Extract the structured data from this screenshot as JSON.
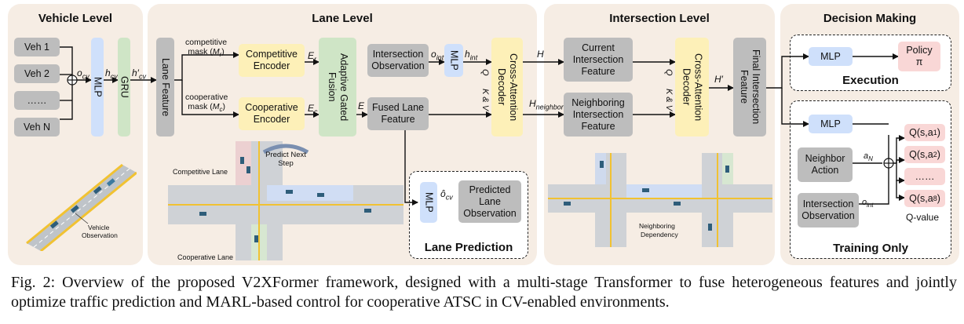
{
  "panels": {
    "vehicle": "Vehicle Level",
    "lane": "Lane Level",
    "intersection": "Intersection Level",
    "decision": "Decision Making"
  },
  "vehicle": {
    "veh1": "Veh 1",
    "veh2": "Veh 2",
    "dots": "……",
    "vehN": "Veh N",
    "o_cv": "o",
    "o_cv_sub": "cv",
    "mlp": "MLP",
    "h_cv": "h",
    "h_cv_sub": "cv",
    "gru": "GRU",
    "h_cv_prime": "h′",
    "h_cv_prime_sub": "cv",
    "scene_label_1": "Vehicle",
    "scene_label_2": "Observation"
  },
  "lane": {
    "lane_feature": "Lane Feature",
    "competitive_mask_1": "competitive",
    "competitive_mask_2": "mask (",
    "competitive_mask_var": "M",
    "competitive_mask_sub": "r",
    "cooperative_mask_1": "cooperative",
    "cooperative_mask_2": "mask (",
    "cooperative_mask_var": "M",
    "cooperative_mask_sub": "c",
    "competitive_encoder": "Competitive Encoder",
    "cooperative_encoder": "Cooperative Encoder",
    "e_r": "E",
    "e_r_sub": "r",
    "e_c": "E",
    "e_c_sub": "c",
    "adaptive_fusion": "Adaptive Gated Fusion",
    "e": "E",
    "intersection_observation": "Intersection Observation",
    "o_int": "o",
    "o_int_sub": "int",
    "mlp": "MLP",
    "h_int": "h",
    "h_int_sub": "int",
    "fused_lane_feature": "Fused Lane Feature",
    "q": "Q",
    "kv": "K & V",
    "cross_attention_decoder": "Cross-Attention Decoder",
    "competitive_lane": "Competitive Lane",
    "cooperative_lane": "Cooperative Lane",
    "predict_next_step": "Predict Next Step",
    "lane_prediction": "Lane Prediction",
    "pred_mlp": "MLP",
    "o_hat": "ô",
    "o_hat_sub": "cv",
    "predicted_lane_observation": "Predicted Lane Observation"
  },
  "intersection": {
    "h": "H",
    "h_neighbor": "H",
    "h_neighbor_sub": "neighbor",
    "current_feature": "Current Intersection Feature",
    "neighboring_feature": "Neighboring Intersection Feature",
    "q": "Q",
    "kv": "K & V",
    "cross_attention_decoder": "Cross-Attention Decoder",
    "h_prime": "H′",
    "final_feature": "Final Intersection Feature",
    "neighboring_dependency_1": "Neighboring",
    "neighboring_dependency_2": "Dependency"
  },
  "decision": {
    "mlp_exec": "MLP",
    "policy": "Policy",
    "pi": "π",
    "execution": "Execution",
    "mlp_train": "MLP",
    "neighbor_action": "Neighbor Action",
    "a_n": "a",
    "a_n_sub": "N",
    "intersection_observation": "Intersection Observation",
    "o_int": "o",
    "o_int_sub": "int",
    "q1": "Q(s,a",
    "q1_sub": "1",
    "q2": "Q(s,a",
    "q2_sub": "2",
    "qdots": "……",
    "q8": "Q(s,a",
    "q8_sub": "8",
    "qvalue": "Q-value",
    "training_only": "Training Only"
  },
  "caption": "Fig. 2: Overview of the proposed V2XFormer framework, designed with a multi-stage Transformer to fuse heterogeneous features and jointly optimize traffic prediction and MARL-based control for cooperative ATSC in CV-enabled environments.",
  "colors": {
    "panel_bg": "#f6ede4",
    "grey_box": "#bdbdbd",
    "yellow_box": "#fdf0b8",
    "blue_box": "#cfe0fb",
    "green_box": "#cfe5c6",
    "pink_box": "#f9d7d6"
  }
}
